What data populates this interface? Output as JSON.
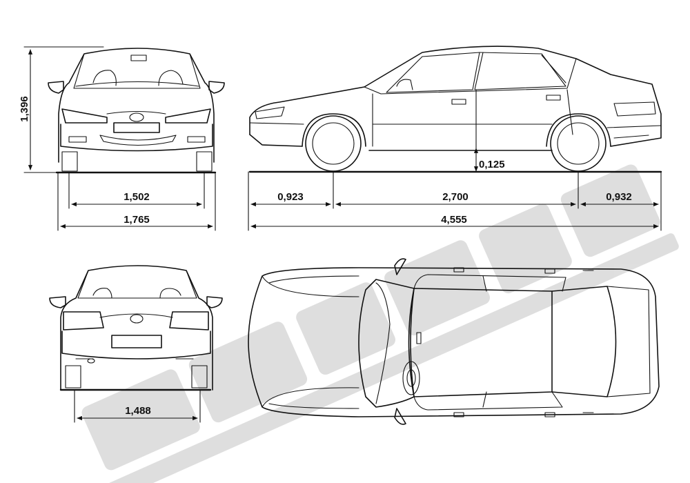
{
  "colors": {
    "ink": "#111111",
    "paper": "#ffffff",
    "watermark": "#d9d9d9"
  },
  "dimensions": {
    "front_height": "1,396",
    "front_track": "1,502",
    "overall_width": "1,765",
    "front_overhang": "0,923",
    "wheelbase": "2,700",
    "rear_overhang": "0,932",
    "overall_length": "4,555",
    "ground_clearance": "0,125",
    "rear_track": "1,488"
  }
}
